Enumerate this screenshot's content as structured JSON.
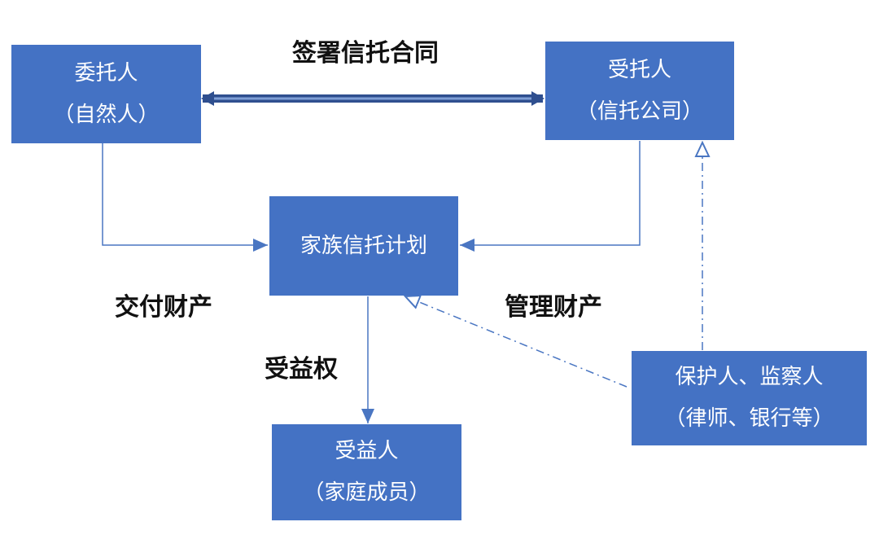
{
  "colors": {
    "box": "#4472c4",
    "line": "#4a76c2",
    "double_arrow": "#2f4f8f",
    "text_dark": "#111111"
  },
  "nodes": {
    "settlor": {
      "line1": "委托人",
      "line2": "（自然人）"
    },
    "trustee": {
      "line1": "受托人",
      "line2": "（信托公司）"
    },
    "plan": {
      "line1": "家族信托计划"
    },
    "beneficiary": {
      "line1": "受益人",
      "line2": "（家庭成员）"
    },
    "protector": {
      "line1": "保护人、监察人",
      "line2": "（律师、银行等）"
    }
  },
  "edges": {
    "sign_contract": "签署信托合同",
    "deliver_property": "交付财产",
    "manage_property": "管理财产",
    "beneficial_rights": "受益权"
  }
}
